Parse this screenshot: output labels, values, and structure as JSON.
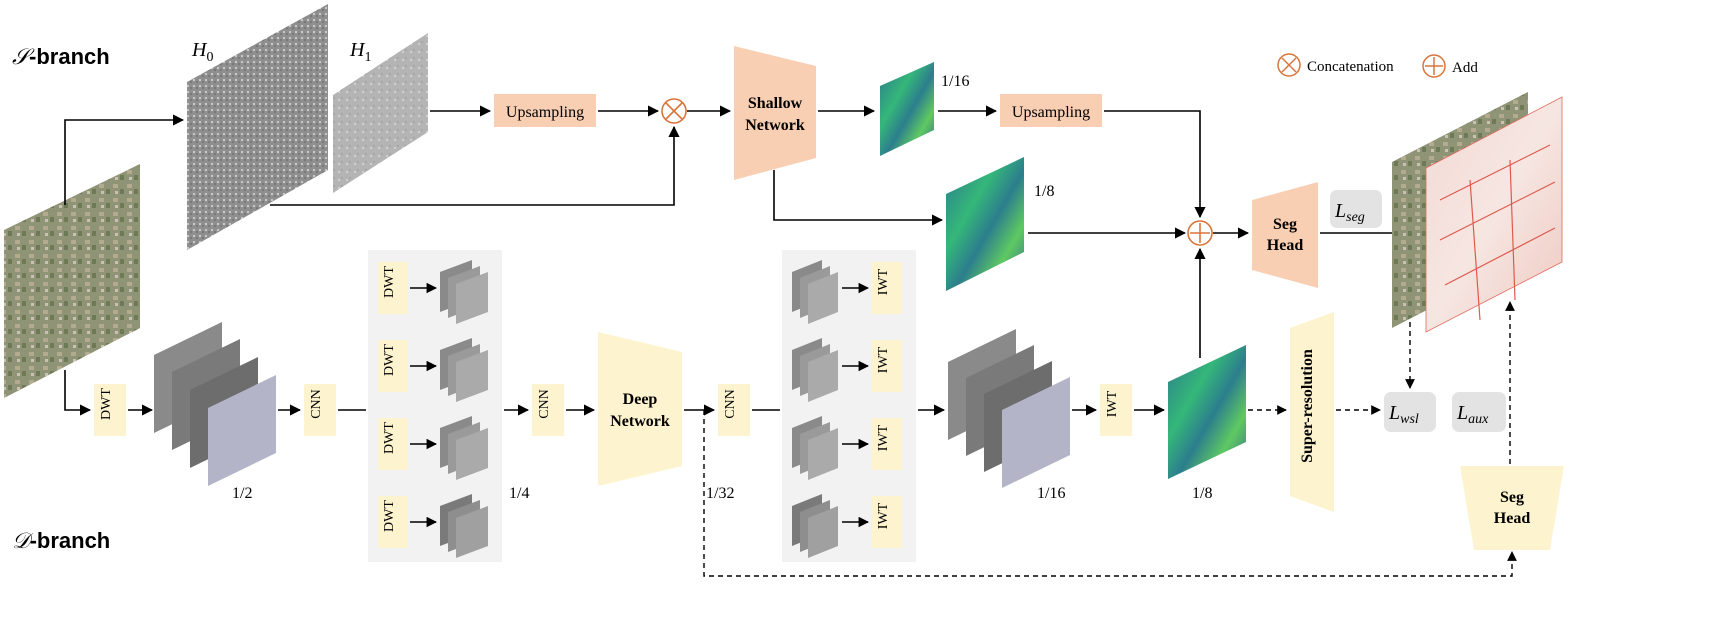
{
  "branches": {
    "s_symbol": "𝒮",
    "s_suffix": "-branch",
    "d_symbol": "𝒟",
    "d_suffix": "-branch"
  },
  "top_labels": {
    "h0": "H",
    "h0_sub": "0",
    "h1": "H",
    "h1_sub": "1"
  },
  "blocks": {
    "upsampling_1": "Upsampling",
    "upsampling_2": "Upsampling",
    "shallow_network": [
      "Shallow",
      "Network"
    ],
    "deep_network": [
      "Deep",
      "Network"
    ],
    "seg_head_top": [
      "Seg",
      "Head"
    ],
    "seg_head_bottom": [
      "Seg",
      "Head"
    ],
    "super_resolution": "Super-resolution",
    "dwt": "DWT",
    "iwt": "IWT",
    "cnn": "CNN"
  },
  "scales": {
    "s_1_16": "1/16",
    "s_1_8": "1/8",
    "d_1_2": "1/2",
    "d_1_4": "1/4",
    "d_1_32": "1/32",
    "d_1_16": "1/16",
    "d_1_8": "1/8"
  },
  "losses": {
    "seg": {
      "main": "L",
      "sub": "seg"
    },
    "wsl": {
      "main": "L",
      "sub": "wsl"
    },
    "aux": {
      "main": "L",
      "sub": "aux"
    }
  },
  "legend": {
    "concat_label": "Concatenation",
    "add_label": "Add"
  },
  "colors": {
    "s_block": "#f9cfb3",
    "d_block": "#fdf3cf",
    "op_stroke": "#d9753b",
    "loss_bg": "#e3e3e3",
    "panel_bg": "#f2f2f2",
    "arrow": "#000000"
  }
}
